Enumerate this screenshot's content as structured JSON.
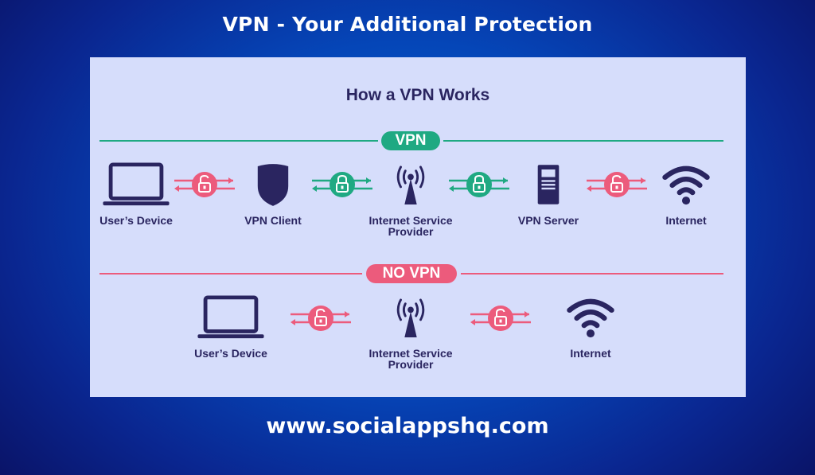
{
  "page": {
    "title": "VPN - Your Additional Protection",
    "footer_url": "www.socialappshq.com"
  },
  "colors": {
    "vpn_green": "#1fa982",
    "no_vpn_pink": "#ec5b7c",
    "icon_navy": "#2a2560",
    "card_bg": "#d6ddfb"
  },
  "diagram": {
    "title": "How a VPN Works",
    "vpn_section": {
      "label": "VPN",
      "nodes": [
        {
          "label": "User’s Device",
          "icon": "laptop-icon"
        },
        {
          "label": "VPN Client",
          "icon": "shield-icon"
        },
        {
          "label": "Internet Service Provider",
          "label_line1": "Internet Service",
          "label_line2": "Provider",
          "icon": "cell-tower-icon"
        },
        {
          "label": "VPN Server",
          "icon": "server-icon"
        },
        {
          "label": "Internet",
          "icon": "wifi-icon"
        }
      ],
      "connections": [
        {
          "state": "unlocked",
          "color": "pink",
          "icon": "unlocked-padlock-icon"
        },
        {
          "state": "locked",
          "color": "green",
          "icon": "locked-padlock-icon"
        },
        {
          "state": "locked",
          "color": "green",
          "icon": "locked-padlock-icon"
        },
        {
          "state": "unlocked",
          "color": "pink",
          "icon": "unlocked-padlock-icon"
        }
      ]
    },
    "no_vpn_section": {
      "label": "NO VPN",
      "nodes": [
        {
          "label": "User’s Device",
          "icon": "laptop-icon"
        },
        {
          "label": "Internet Service Provider",
          "label_line1": "Internet Service",
          "label_line2": "Provider",
          "icon": "cell-tower-icon"
        },
        {
          "label": "Internet",
          "icon": "wifi-icon"
        }
      ],
      "connections": [
        {
          "state": "unlocked",
          "color": "pink",
          "icon": "unlocked-padlock-icon"
        },
        {
          "state": "unlocked",
          "color": "pink",
          "icon": "unlocked-padlock-icon"
        }
      ]
    }
  }
}
